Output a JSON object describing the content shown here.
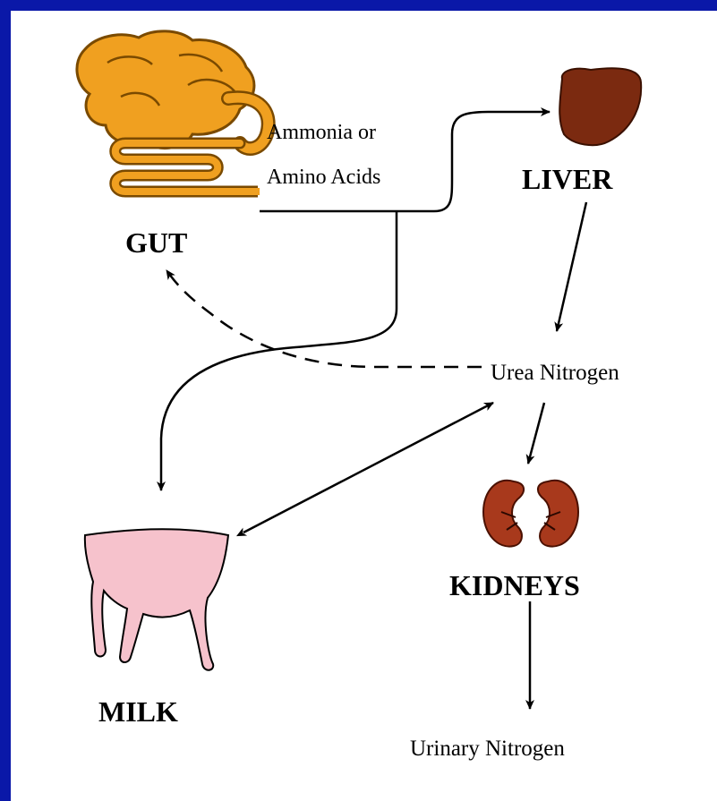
{
  "colors": {
    "border": "#0a18a8",
    "background": "#ffffff",
    "gut": "#f0a020",
    "gut_outline": "#7a4a00",
    "liver": "#7b2a10",
    "kidney": "#a8391c",
    "milk": "#f6c2cc"
  },
  "labels": {
    "gut": "GUT",
    "liver": "LIVER",
    "ammonia_line1": "Ammonia or",
    "ammonia_line2": "Amino Acids",
    "urea": "Urea Nitrogen",
    "kidneys": "KIDNEYS",
    "milk": "MILK",
    "urinary": "Urinary Nitrogen"
  },
  "icons": {
    "gut": "gut-icon",
    "liver": "liver-icon",
    "kidneys": "kidneys-icon",
    "milk": "udder-icon"
  }
}
